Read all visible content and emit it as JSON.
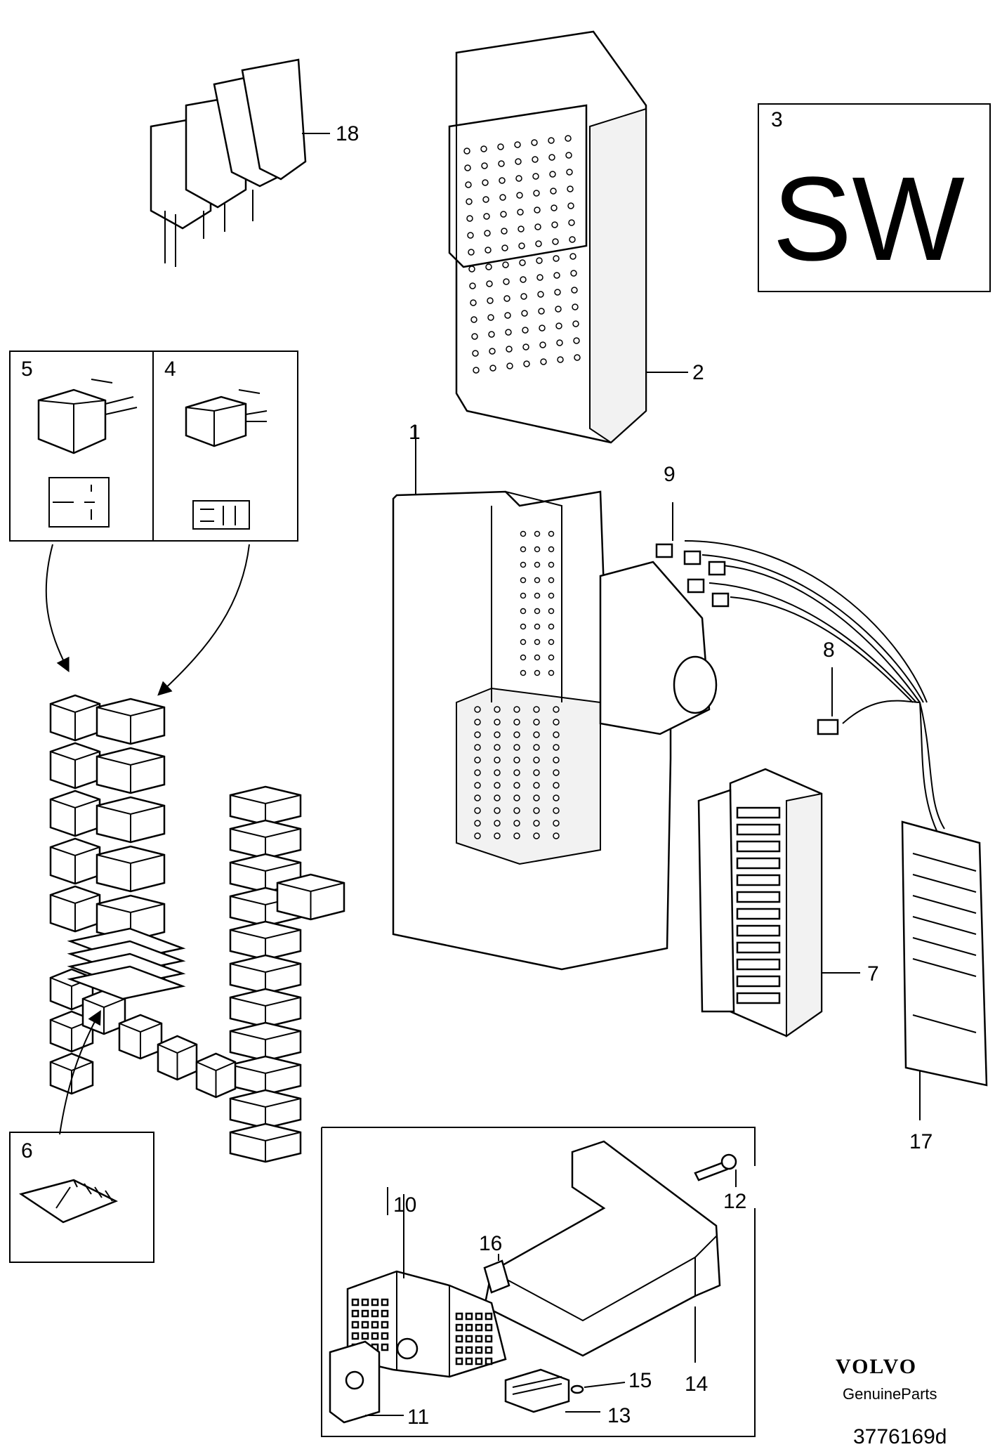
{
  "callouts": {
    "c1": "1",
    "c2": "2",
    "c3": "3",
    "c4": "4",
    "c5": "5",
    "c6": "6",
    "c7": "7",
    "c8": "8",
    "c9": "9",
    "c10": "10",
    "c11": "11",
    "c12": "12",
    "c13": "13",
    "c14": "14",
    "c15": "15",
    "c16": "16",
    "c17": "17",
    "c18": "18"
  },
  "market_code": "SW",
  "brand": {
    "logo": "VOLVO",
    "tagline": "GenuineParts"
  },
  "diagram_id": "3776169d"
}
